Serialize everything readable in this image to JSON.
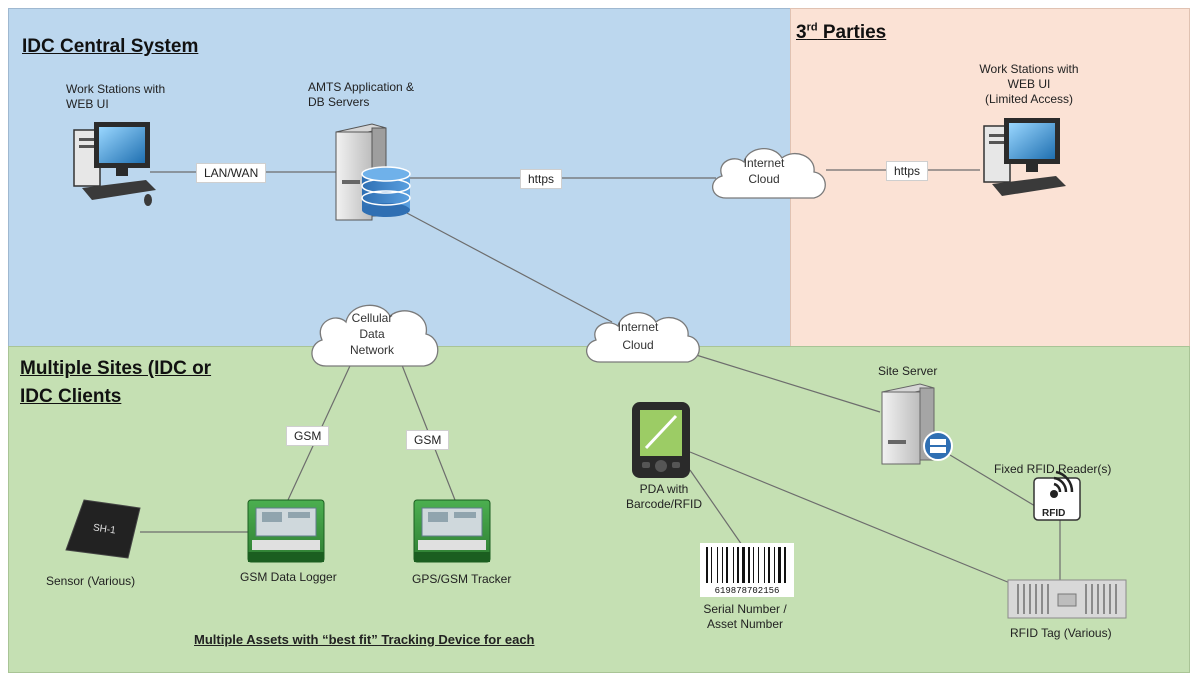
{
  "zones": {
    "central": {
      "title": "IDC Central System",
      "color": "#bcd7ee"
    },
    "third_parties": {
      "title_main": "3",
      "title_sup": "rd",
      "title_rest": " Parties",
      "color": "#fbe2d5"
    },
    "sites": {
      "title_line1": "Multiple Sites (IDC or",
      "title_line2": "IDC Clients",
      "color": "#c5e0b3"
    }
  },
  "nodes": {
    "workstation_central": {
      "line1": "Work Stations with",
      "line2": "WEB UI",
      "icon": "desktop-computer-icon"
    },
    "app_servers": {
      "line1": "AMTS Application &",
      "line2": "DB Servers",
      "icon": "server-database-icon"
    },
    "workstation_third": {
      "line1": "Work Stations with",
      "line2": "WEB UI",
      "line3": "(Limited Access)",
      "icon": "desktop-computer-icon"
    },
    "internet_cloud_top": {
      "line1": "Internet",
      "line2": "Cloud",
      "icon": "cloud-icon"
    },
    "internet_cloud_mid": {
      "line1": "Internet",
      "line2": "Cloud",
      "icon": "cloud-icon"
    },
    "cellular_cloud": {
      "line1": "Cellular",
      "line2": "Data",
      "line3": "Network",
      "icon": "cloud-icon"
    },
    "site_server": {
      "label": "Site Server",
      "icon": "server-icon"
    },
    "fixed_rfid_reader": {
      "label": "Fixed RFID Reader(s)",
      "badge": "RFID",
      "icon": "rfid-reader-icon"
    },
    "pda": {
      "line1": "PDA with",
      "line2": "Barcode/RFID",
      "icon": "pda-device-icon"
    },
    "barcode": {
      "digits": "619878702156",
      "line1": "Serial Number /",
      "line2": "Asset Number",
      "icon": "barcode-icon"
    },
    "rfid_tag": {
      "label": "RFID Tag (Various)",
      "icon": "rfid-tag-icon"
    },
    "sensor": {
      "label": "Sensor (Various)",
      "chip_text": "SH-1",
      "icon": "sensor-chip-icon"
    },
    "gsm_logger": {
      "label": "GSM Data Logger",
      "icon": "data-logger-icon"
    },
    "gps_tracker": {
      "label": "GPS/GSM Tracker",
      "icon": "gps-tracker-icon"
    }
  },
  "edges": {
    "lan_wan": "LAN/WAN",
    "https_1": "https",
    "https_2": "https",
    "gsm_1": "GSM",
    "gsm_2": "GSM"
  },
  "footer": "Multiple Assets with “best fit” Tracking Device for each"
}
